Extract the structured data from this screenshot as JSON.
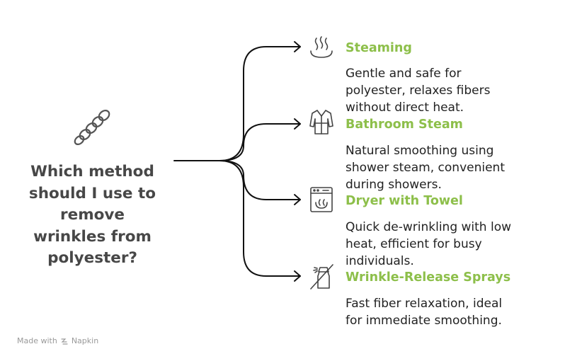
{
  "question": {
    "lines": [
      "Which method",
      "should I use to",
      "remove",
      "wrinkles from",
      "polyester?"
    ]
  },
  "options": [
    {
      "title": "Steaming",
      "icon": "steam-icon",
      "description": [
        "Gentle and safe for",
        "polyester, relaxes fibers",
        "without direct heat."
      ]
    },
    {
      "title": "Bathroom Steam",
      "icon": "bathrobe-icon",
      "description": [
        "Natural smoothing using",
        "shower steam, convenient",
        "during showers."
      ]
    },
    {
      "title": "Dryer with Towel",
      "icon": "dryer-icon",
      "description": [
        "Quick de-wrinkling with low",
        "heat, efficient for busy",
        "individuals."
      ]
    },
    {
      "title": "Wrinkle-Release Sprays",
      "icon": "no-spray-icon",
      "description": [
        "Fast fiber relaxation, ideal",
        "for immediate smoothing."
      ]
    }
  ],
  "footer": {
    "made_with": "Made with",
    "brand": "Napkin"
  },
  "colors": {
    "title_green": "#8dbf4a",
    "question_text": "#474747",
    "line": "#111111"
  }
}
